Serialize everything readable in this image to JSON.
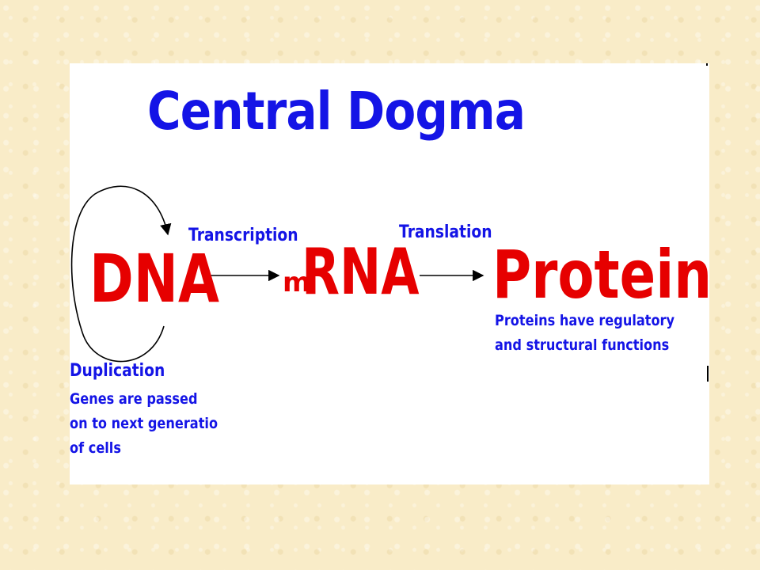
{
  "diagram": {
    "title": "Central Dogma",
    "nodes": {
      "dna": "DNA",
      "mrna_prefix": "m",
      "mrna": "RNA",
      "protein": "Protein"
    },
    "processes": {
      "transcription": "Transcription",
      "translation": "Translation",
      "duplication": "Duplication"
    },
    "duplication_note": [
      "Genes are passed",
      "on to next generatio",
      "of cells"
    ],
    "protein_note": [
      "Proteins have regulatory",
      "and structural functions"
    ],
    "colors": {
      "title": "#1414e6",
      "molecules": "#e60000",
      "labels": "#1414e6",
      "background": "#f9ecc8"
    }
  }
}
